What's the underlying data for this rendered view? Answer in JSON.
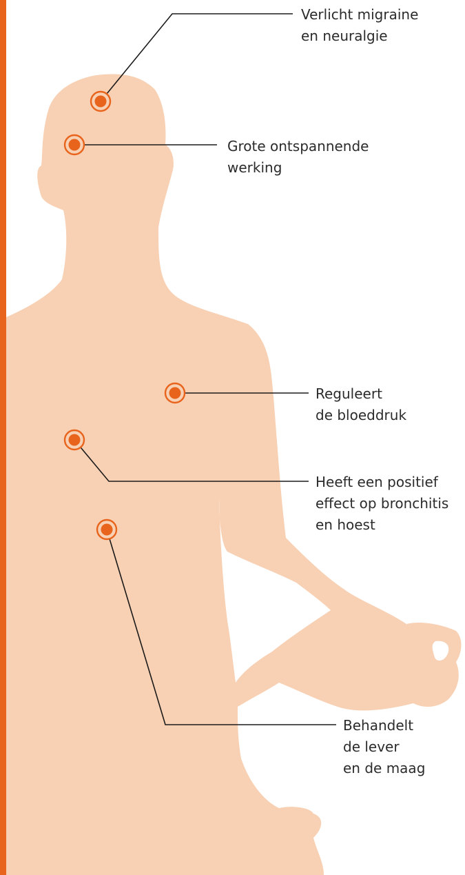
{
  "colors": {
    "accent": "#E8641C",
    "body": "#F8D0B3",
    "leader": "#1a1a1a",
    "text": "#2b2b2b",
    "background": "#ffffff"
  },
  "annotations": [
    {
      "id": "forehead",
      "lines": [
        "Verlicht migraine",
        "en neuralgie"
      ]
    },
    {
      "id": "temple",
      "lines": [
        "Grote ontspannende",
        "werking"
      ]
    },
    {
      "id": "chest",
      "lines": [
        "Reguleert",
        "de bloeddruk"
      ]
    },
    {
      "id": "upper-torso",
      "lines": [
        "Heeft een positief",
        "effect op bronchitis",
        "en hoest"
      ]
    },
    {
      "id": "abdomen",
      "lines": [
        "Behandelt",
        "de lever",
        "en de maag"
      ]
    }
  ]
}
